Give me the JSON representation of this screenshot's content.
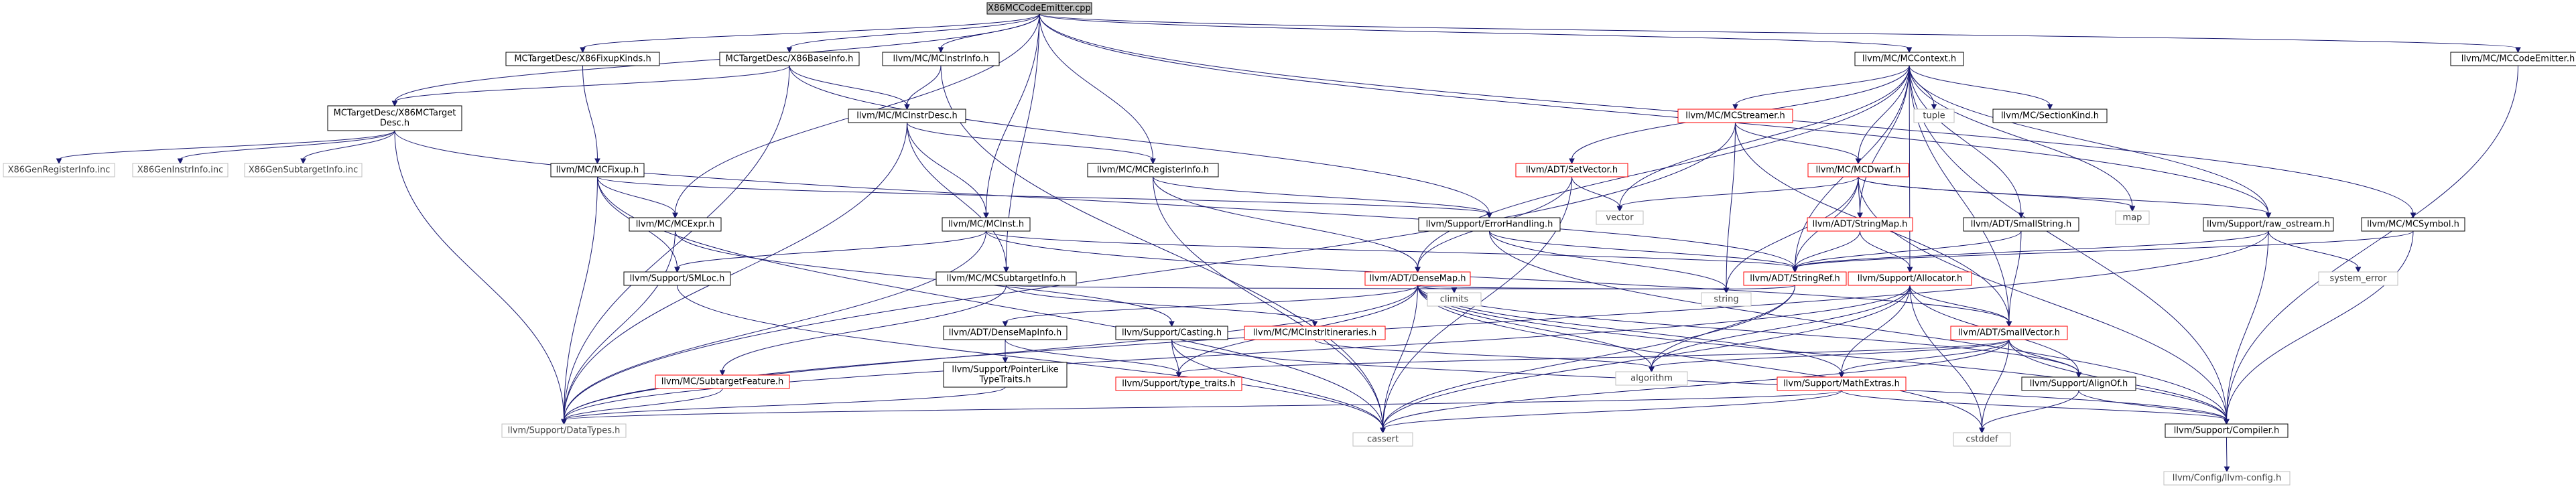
{
  "colors": {
    "root_fill": "#bfbfbf",
    "box_stroke": "#000000",
    "link_stroke": "#000000",
    "broken_stroke": "#ff0000",
    "ext_stroke": "#bfbfbf",
    "edge": "#191970"
  },
  "nodes": [
    {
      "id": "root",
      "label": "X86MCCodeEmitter.cpp",
      "kind": "root"
    },
    {
      "id": "fixupkinds",
      "label": "MCTargetDesc/X86FixupKinds.h",
      "kind": "link"
    },
    {
      "id": "baseinfo",
      "label": "MCTargetDesc/X86BaseInfo.h",
      "kind": "link"
    },
    {
      "id": "mcinstrinfo",
      "label": "llvm/MC/MCInstrInfo.h",
      "kind": "link"
    },
    {
      "id": "mccontext",
      "label": "llvm/MC/MCContext.h",
      "kind": "link"
    },
    {
      "id": "mccodeemitter",
      "label": "llvm/MC/MCCodeEmitter.h",
      "kind": "link"
    },
    {
      "id": "x86mctargetdesc",
      "label": [
        "MCTargetDesc/X86MCTarget",
        "Desc.h"
      ],
      "kind": "link"
    },
    {
      "id": "mcinstrdesc",
      "label": "llvm/MC/MCInstrDesc.h",
      "kind": "link"
    },
    {
      "id": "mcstreamer",
      "label": "llvm/MC/MCStreamer.h",
      "kind": "broken"
    },
    {
      "id": "tuple",
      "label": "tuple",
      "kind": "ext"
    },
    {
      "id": "mcsectionkind",
      "label": "llvm/MC/SectionKind.h",
      "kind": "link"
    },
    {
      "id": "genregisterinfo",
      "label": "X86GenRegisterInfo.inc",
      "kind": "ext"
    },
    {
      "id": "geninstrinfo",
      "label": "X86GenInstrInfo.inc",
      "kind": "ext"
    },
    {
      "id": "gensubtargetinfo",
      "label": "X86GenSubtargetInfo.inc",
      "kind": "ext"
    },
    {
      "id": "mcfixup",
      "label": "llvm/MC/MCFixup.h",
      "kind": "link"
    },
    {
      "id": "mcregisterinfo",
      "label": "llvm/MC/MCRegisterInfo.h",
      "kind": "link"
    },
    {
      "id": "setvector",
      "label": "llvm/ADT/SetVector.h",
      "kind": "broken"
    },
    {
      "id": "mcdwarf",
      "label": "llvm/MC/MCDwarf.h",
      "kind": "broken"
    },
    {
      "id": "vector",
      "label": "vector",
      "kind": "ext"
    },
    {
      "id": "map",
      "label": "map",
      "kind": "ext"
    },
    {
      "id": "mcexpr",
      "label": "llvm/MC/MCExpr.h",
      "kind": "link"
    },
    {
      "id": "mcinst",
      "label": "llvm/MC/MCInst.h",
      "kind": "link"
    },
    {
      "id": "errorhandling",
      "label": "llvm/Support/ErrorHandling.h",
      "kind": "link"
    },
    {
      "id": "stringmap",
      "label": "llvm/ADT/StringMap.h",
      "kind": "broken"
    },
    {
      "id": "smallstring",
      "label": "llvm/ADT/SmallString.h",
      "kind": "link"
    },
    {
      "id": "rawostream",
      "label": "llvm/Support/raw_ostream.h",
      "kind": "link"
    },
    {
      "id": "mcsymbol",
      "label": "llvm/MC/MCSymbol.h",
      "kind": "link"
    },
    {
      "id": "smloc",
      "label": "llvm/Support/SMLoc.h",
      "kind": "link"
    },
    {
      "id": "mcsubtargetinfo",
      "label": "llvm/MC/MCSubtargetInfo.h",
      "kind": "link"
    },
    {
      "id": "densemap",
      "label": "llvm/ADT/DenseMap.h",
      "kind": "broken"
    },
    {
      "id": "stringref",
      "label": "llvm/ADT/StringRef.h",
      "kind": "broken"
    },
    {
      "id": "allocator",
      "label": "llvm/Support/Allocator.h",
      "kind": "broken"
    },
    {
      "id": "systemerror",
      "label": "system_error",
      "kind": "ext"
    },
    {
      "id": "climits",
      "label": "climits",
      "kind": "ext"
    },
    {
      "id": "string",
      "label": "string",
      "kind": "ext"
    },
    {
      "id": "smallvector",
      "label": "llvm/ADT/SmallVector.h",
      "kind": "broken"
    },
    {
      "id": "densemapinfo",
      "label": "llvm/ADT/DenseMapInfo.h",
      "kind": "link"
    },
    {
      "id": "casting",
      "label": "llvm/Support/Casting.h",
      "kind": "link"
    },
    {
      "id": "mcinstritin",
      "label": "llvm/MC/MCInstrItineraries.h",
      "kind": "broken"
    },
    {
      "id": "algorithm",
      "label": "algorithm",
      "kind": "ext"
    },
    {
      "id": "subtargetfeature",
      "label": "llvm/MC/SubtargetFeature.h",
      "kind": "broken"
    },
    {
      "id": "pointerliketypetraits",
      "label": [
        "llvm/Support/PointerLike",
        "TypeTraits.h"
      ],
      "kind": "link"
    },
    {
      "id": "typetraits",
      "label": "llvm/Support/type_traits.h",
      "kind": "broken"
    },
    {
      "id": "mathextras",
      "label": "llvm/Support/MathExtras.h",
      "kind": "broken"
    },
    {
      "id": "alignof",
      "label": "llvm/Support/AlignOf.h",
      "kind": "link"
    },
    {
      "id": "datatypes",
      "label": "llvm/Support/DataTypes.h",
      "kind": "ext"
    },
    {
      "id": "cassert",
      "label": "cassert",
      "kind": "ext"
    },
    {
      "id": "cstddef",
      "label": "cstddef",
      "kind": "ext"
    },
    {
      "id": "compiler",
      "label": "llvm/Support/Compiler.h",
      "kind": "link"
    },
    {
      "id": "llvmconfig",
      "label": "llvm/Config/llvm-config.h",
      "kind": "ext"
    }
  ],
  "edges": [
    [
      "root",
      "fixupkinds"
    ],
    [
      "root",
      "baseinfo"
    ],
    [
      "root",
      "mcinstrinfo"
    ],
    [
      "root",
      "mccontext"
    ],
    [
      "root",
      "mccodeemitter"
    ],
    [
      "root",
      "x86mctargetdesc"
    ],
    [
      "root",
      "mcexpr"
    ],
    [
      "root",
      "mcinst"
    ],
    [
      "root",
      "mcregisterinfo"
    ],
    [
      "root",
      "mcsubtargetinfo"
    ],
    [
      "root",
      "mcsymbol"
    ],
    [
      "root",
      "rawostream"
    ],
    [
      "fixupkinds",
      "mcfixup"
    ],
    [
      "baseinfo",
      "x86mctargetdesc"
    ],
    [
      "baseinfo",
      "mcinstrdesc"
    ],
    [
      "baseinfo",
      "datatypes"
    ],
    [
      "baseinfo",
      "errorhandling"
    ],
    [
      "mcinstrinfo",
      "mcinstrdesc"
    ],
    [
      "mcinstrinfo",
      "cassert"
    ],
    [
      "mccontext",
      "mcstreamer"
    ],
    [
      "mccontext",
      "tuple"
    ],
    [
      "mccontext",
      "mcsectionkind"
    ],
    [
      "mccontext",
      "setvector"
    ],
    [
      "mccontext",
      "mcdwarf"
    ],
    [
      "mccontext",
      "vector"
    ],
    [
      "mccontext",
      "map"
    ],
    [
      "mccontext",
      "densemap"
    ],
    [
      "mccontext",
      "stringmap"
    ],
    [
      "mccontext",
      "smallstring"
    ],
    [
      "mccontext",
      "rawostream"
    ],
    [
      "mccontext",
      "allocator"
    ],
    [
      "mccontext",
      "smallvector"
    ],
    [
      "mccontext",
      "compiler"
    ],
    [
      "mccontext",
      "stringref"
    ],
    [
      "mccodeemitter",
      "compiler"
    ],
    [
      "x86mctargetdesc",
      "datatypes"
    ],
    [
      "x86mctargetdesc",
      "genregisterinfo"
    ],
    [
      "x86mctargetdesc",
      "geninstrinfo"
    ],
    [
      "x86mctargetdesc",
      "gensubtargetinfo"
    ],
    [
      "x86mctargetdesc",
      "stringref"
    ],
    [
      "mcinstrdesc",
      "mcinst"
    ],
    [
      "mcinstrdesc",
      "mcregisterinfo"
    ],
    [
      "mcinstrdesc",
      "mcsubtargetinfo"
    ],
    [
      "mcinstrdesc",
      "datatypes"
    ],
    [
      "mcstreamer",
      "mcdwarf"
    ],
    [
      "mcstreamer",
      "datatypes"
    ],
    [
      "mcstreamer",
      "string"
    ],
    [
      "mcstreamer",
      "smallvector"
    ],
    [
      "mcfixup",
      "mcexpr"
    ],
    [
      "mcfixup",
      "smloc"
    ],
    [
      "mcfixup",
      "datatypes"
    ],
    [
      "mcfixup",
      "cassert"
    ],
    [
      "mcfixup",
      "errorhandling"
    ],
    [
      "mcregisterinfo",
      "densemap"
    ],
    [
      "mcregisterinfo",
      "errorhandling"
    ],
    [
      "mcregisterinfo",
      "cassert"
    ],
    [
      "setvector",
      "densemap"
    ],
    [
      "setvector",
      "vector"
    ],
    [
      "setvector",
      "cassert"
    ],
    [
      "mcdwarf",
      "stringmap"
    ],
    [
      "mcdwarf",
      "rawostream"
    ],
    [
      "mcdwarf",
      "vector"
    ],
    [
      "mcdwarf",
      "map"
    ],
    [
      "mcdwarf",
      "stringref"
    ],
    [
      "mcdwarf",
      "string"
    ],
    [
      "mcdwarf",
      "compiler"
    ],
    [
      "mcexpr",
      "casting"
    ],
    [
      "mcexpr",
      "datatypes"
    ],
    [
      "mcinst",
      "smloc"
    ],
    [
      "mcinst",
      "stringref"
    ],
    [
      "mcinst",
      "smallvector"
    ],
    [
      "mcinst",
      "datatypes"
    ],
    [
      "errorhandling",
      "stringref"
    ],
    [
      "errorhandling",
      "compiler"
    ],
    [
      "errorhandling",
      "string"
    ],
    [
      "stringmap",
      "stringref"
    ],
    [
      "stringmap",
      "allocator"
    ],
    [
      "smallstring",
      "stringref"
    ],
    [
      "smallstring",
      "smallvector"
    ],
    [
      "rawostream",
      "stringref"
    ],
    [
      "rawostream",
      "compiler"
    ],
    [
      "rawostream",
      "systemerror"
    ],
    [
      "rawostream",
      "datatypes"
    ],
    [
      "mcsymbol",
      "stringref"
    ],
    [
      "mcsymbol",
      "compiler"
    ],
    [
      "smloc",
      "cassert"
    ],
    [
      "mcsubtargetinfo",
      "mcinstritin"
    ],
    [
      "mcsubtargetinfo",
      "subtargetfeature"
    ],
    [
      "mcsubtargetinfo",
      "string"
    ],
    [
      "densemap",
      "densemapinfo"
    ],
    [
      "densemap",
      "climits"
    ],
    [
      "densemap",
      "algorithm"
    ],
    [
      "densemap",
      "mathextras"
    ],
    [
      "densemap",
      "typetraits"
    ],
    [
      "densemap",
      "alignof"
    ],
    [
      "densemap",
      "cassert"
    ],
    [
      "densemap",
      "compiler"
    ],
    [
      "densemap",
      "cstddef"
    ],
    [
      "densemap",
      "datatypes"
    ],
    [
      "densemap",
      "string"
    ],
    [
      "stringref",
      "algorithm"
    ],
    [
      "stringref",
      "cassert"
    ],
    [
      "stringref",
      "string"
    ],
    [
      "allocator",
      "smallvector"
    ],
    [
      "allocator",
      "alignof"
    ],
    [
      "allocator",
      "datatypes"
    ],
    [
      "allocator",
      "mathextras"
    ],
    [
      "allocator",
      "algorithm"
    ],
    [
      "allocator",
      "cassert"
    ],
    [
      "allocator",
      "cstddef"
    ],
    [
      "smallvector",
      "alignof"
    ],
    [
      "smallvector",
      "compiler"
    ],
    [
      "smallvector",
      "mathextras"
    ],
    [
      "smallvector",
      "typetraits"
    ],
    [
      "smallvector",
      "algorithm"
    ],
    [
      "smallvector",
      "cassert"
    ],
    [
      "smallvector",
      "cstddef"
    ],
    [
      "densemapinfo",
      "pointerliketypetraits"
    ],
    [
      "densemapinfo",
      "typetraits"
    ],
    [
      "casting",
      "typetraits"
    ],
    [
      "casting",
      "cassert"
    ],
    [
      "casting",
      "compiler"
    ],
    [
      "mcinstritin",
      "algorithm"
    ],
    [
      "subtargetfeature",
      "datatypes"
    ],
    [
      "pointerliketypetraits",
      "datatypes"
    ],
    [
      "mathextras",
      "compiler"
    ],
    [
      "mathextras",
      "cassert"
    ],
    [
      "mathextras",
      "datatypes"
    ],
    [
      "alignof",
      "compiler"
    ],
    [
      "alignof",
      "cstddef"
    ],
    [
      "compiler",
      "llvmconfig"
    ]
  ]
}
